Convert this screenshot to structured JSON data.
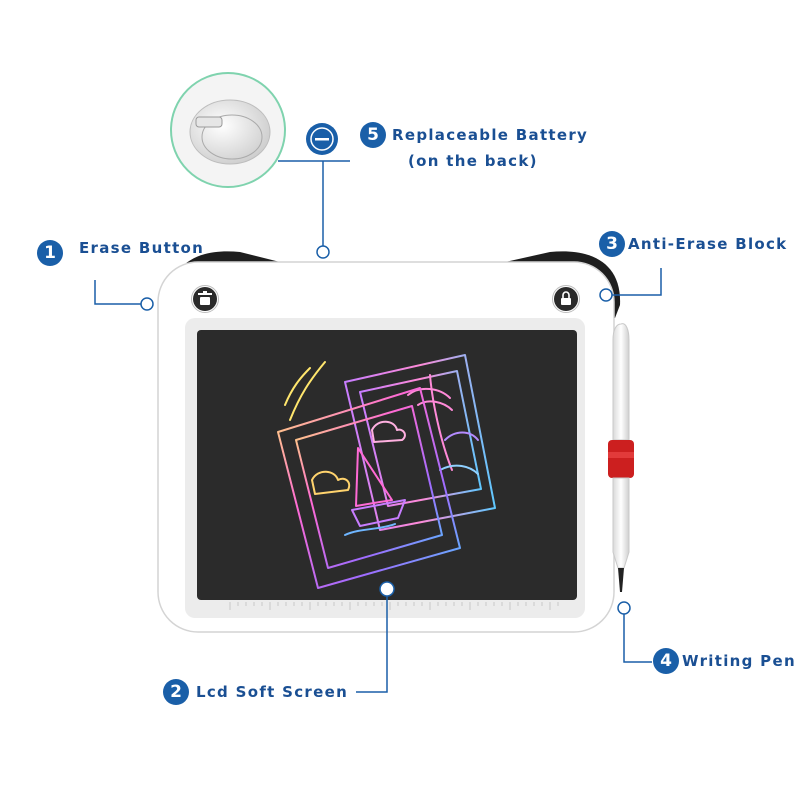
{
  "callouts": [
    {
      "number": "1",
      "label": "Erase Button"
    },
    {
      "number": "2",
      "label": "Lcd Soft Screen"
    },
    {
      "number": "3",
      "label": "Anti-Erase Block"
    },
    {
      "number": "4",
      "label": "Writing Pen"
    },
    {
      "number": "5",
      "label": "Replaceable Battery",
      "sublabel": "(on the back)"
    }
  ],
  "colors": {
    "callout_blue": "#1a5fa8",
    "screen": "#2b2b2b",
    "frame": "#ffffff",
    "ears": "#1e1e1e",
    "pen_band": "#cc1f1f",
    "inset_border": "#7fd3ae"
  },
  "icons": {
    "erase_button": "trash-icon",
    "anti_erase_block": "lock-icon",
    "battery_indicator": "minus-circle-icon"
  }
}
